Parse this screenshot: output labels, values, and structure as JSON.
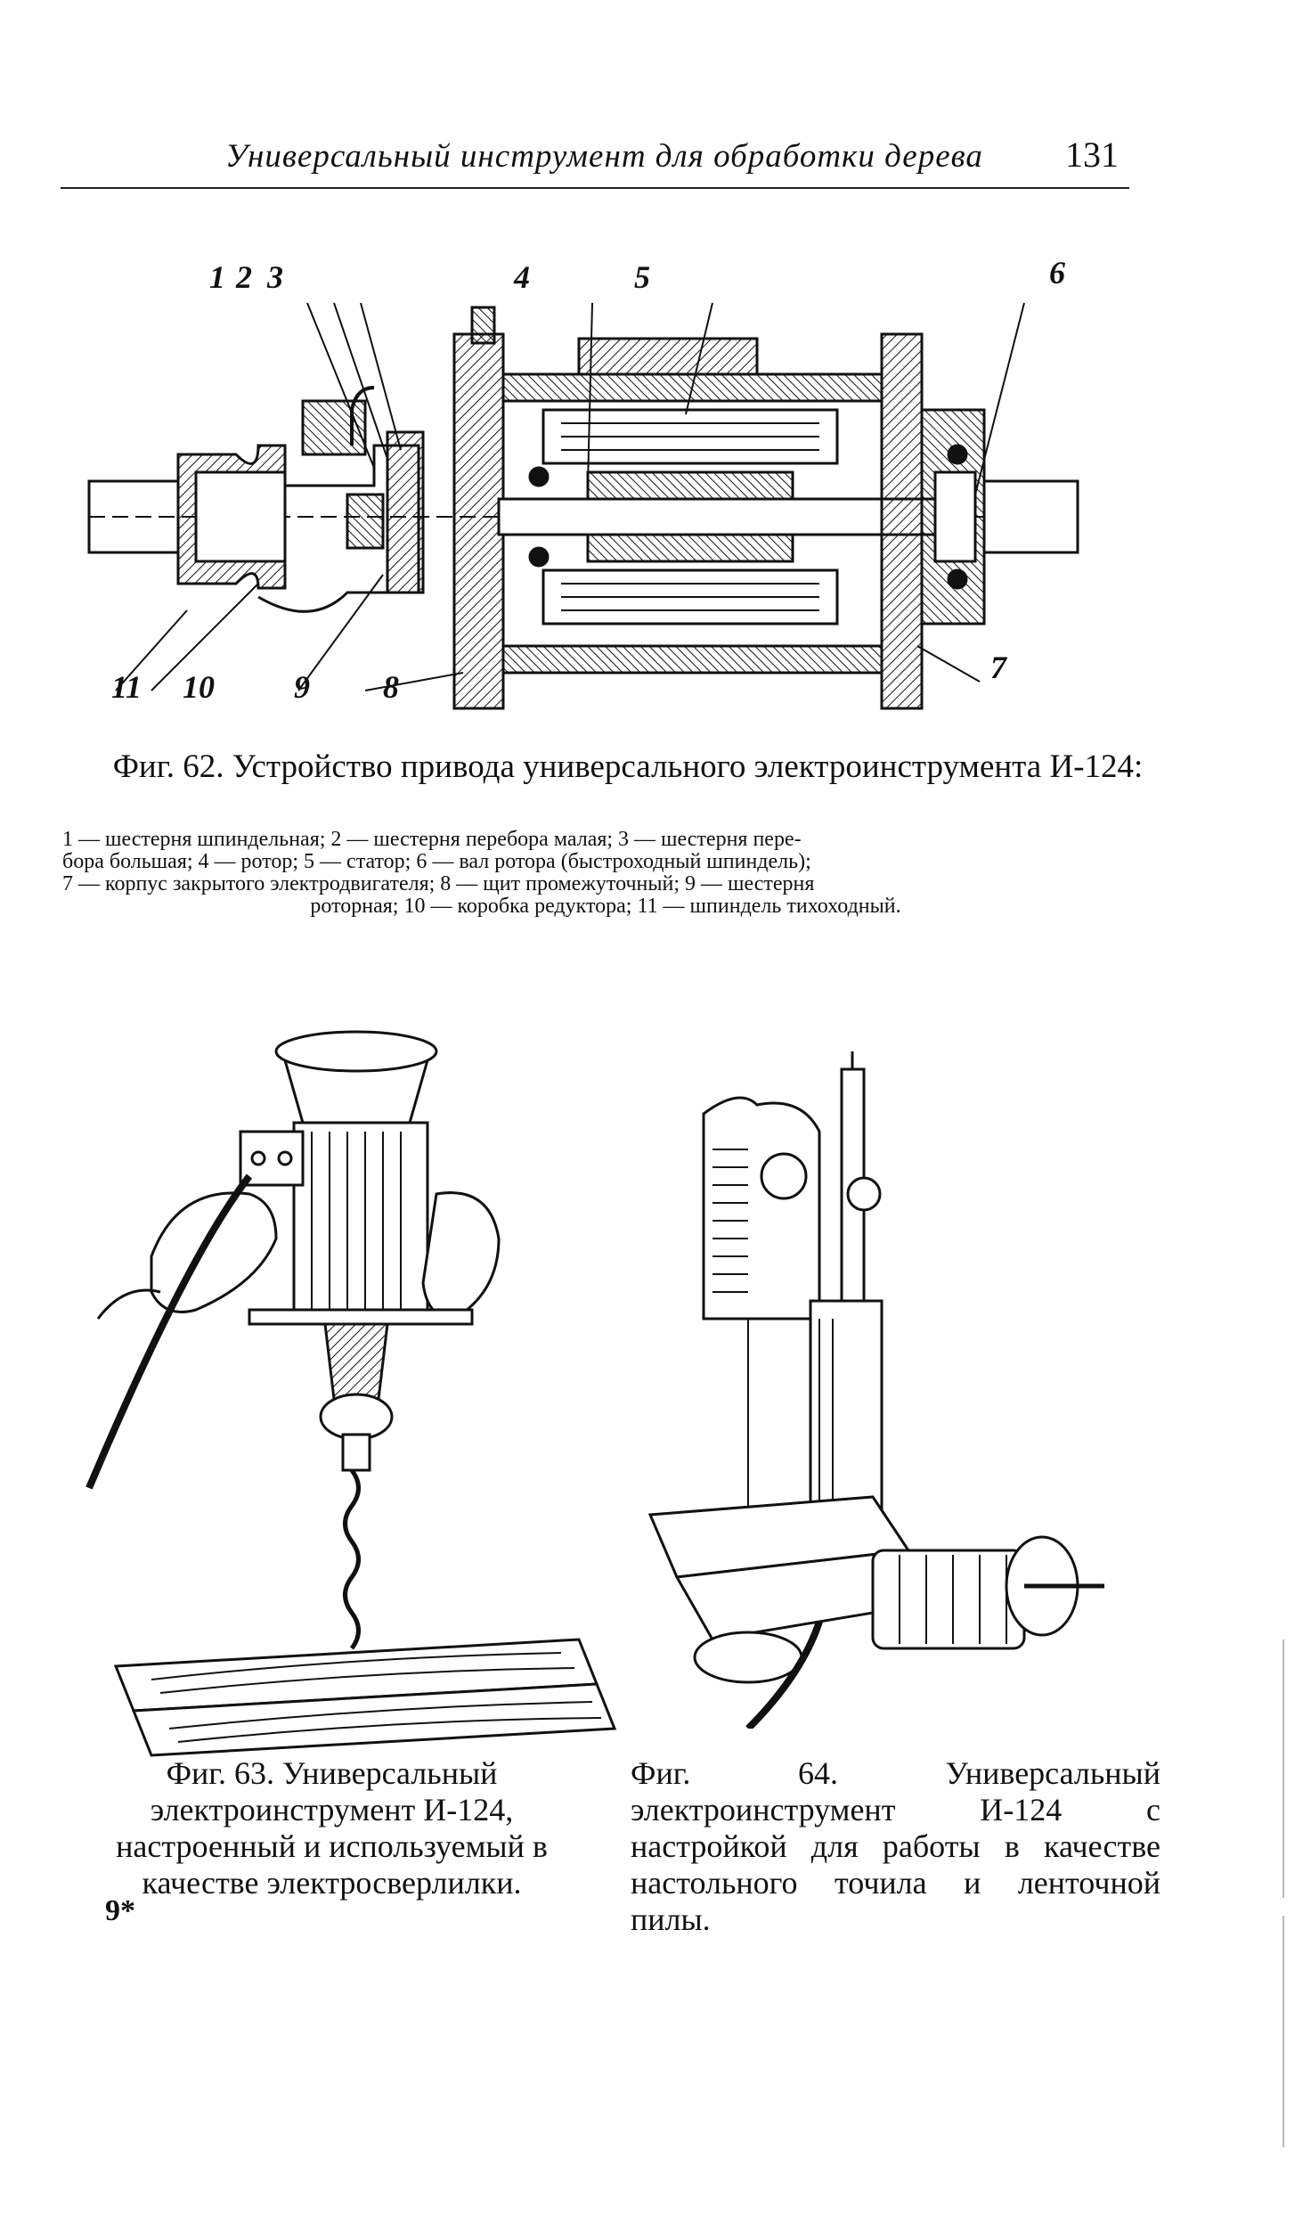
{
  "header": {
    "running_title": "Универсальный инструмент для обработки дерева",
    "page_number": "131"
  },
  "fig62": {
    "callouts": [
      "1",
      "2",
      "3",
      "4",
      "5",
      "6",
      "7",
      "8",
      "9",
      "10",
      "11"
    ],
    "caption": "Фиг. 62. Устройство привода универсального электроинструмента И-124:",
    "legend_lines": [
      "1 — шестерня шпиндельная; 2 — шестерня перебора малая; 3 — шестерня пере-",
      "бора большая; 4 — ротор; 5 — статор; 6 — вал ротора (быстроходный шпиндель);",
      "7 — корпус закрытого электродвигателя; 8 — щит промежуточный; 9 — шестерня",
      "роторная; 10 — коробка редуктора; 11 — шпиндель тихоходный."
    ]
  },
  "fig63": {
    "caption": "Фиг. 63. Универсальный электроинструмент И-124, настроенный и используемый в качестве электросверлилки."
  },
  "fig64": {
    "caption": "Фиг. 64. Универсальный электроинструмент И-124 с настройкой для работы в качестве настольного точила и ленточной пилы."
  },
  "signature": "9*"
}
